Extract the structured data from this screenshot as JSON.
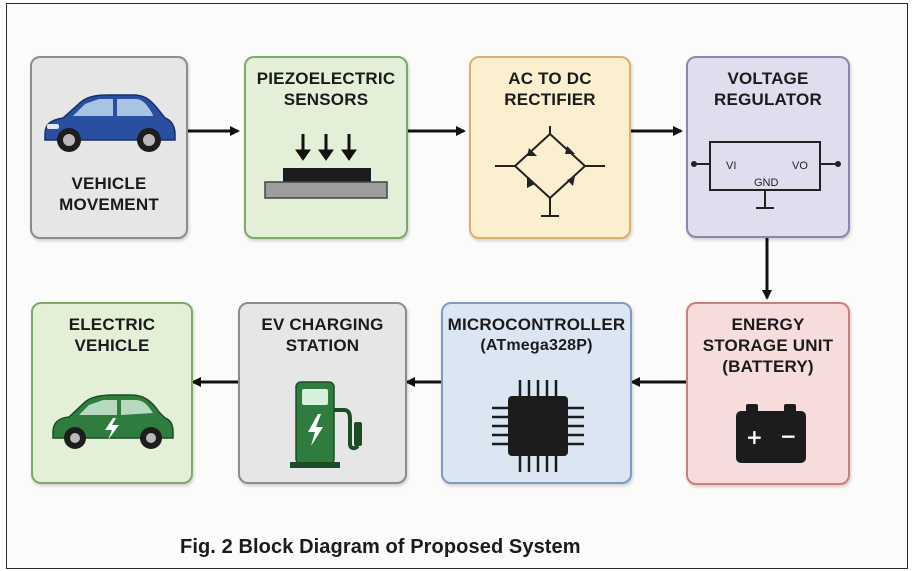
{
  "colors": {
    "gray_fill": "#e6e6e6",
    "gray_border": "#8c8c8c",
    "green_fill": "#e3efd7",
    "green_border": "#7fa86a",
    "yellow_fill": "#fcefcf",
    "yellow_border": "#d9b16a",
    "purple_fill": "#e2dcef",
    "purple_border": "#8f83b5",
    "blue_fill": "#dce6f3",
    "blue_border": "#7d9cc4",
    "red_fill": "#f7dcdc",
    "red_border": "#cf7d7d",
    "arrow": "#111111"
  },
  "blocks": {
    "vehicle_movement": {
      "line1": "VEHICLE",
      "line2": "MOVEMENT",
      "icon": "blue-car-icon"
    },
    "piezo_sensors": {
      "line1": "PIEZOELECTRIC",
      "line2": "SENSORS",
      "icon": "pressure-sensor-icon"
    },
    "rectifier": {
      "line1": "AC TO DC",
      "line2": "RECTIFIER",
      "icon": "bridge-rectifier-icon"
    },
    "voltage_regulator": {
      "line1": "VOLTAGE",
      "line2": "REGULATOR",
      "icon": "regulator-chip-icon",
      "vi": "VI",
      "vo": "VO",
      "gnd": "GND"
    },
    "electric_vehicle": {
      "line1": "ELECTRIC",
      "line2": "VEHICLE",
      "icon": "green-ev-car-icon"
    },
    "ev_station": {
      "line1": "EV CHARGING",
      "line2": "STATION",
      "icon": "charging-station-icon"
    },
    "microcontroller": {
      "line1": "MICROCONTROLLER",
      "line2": "(ATmega328P)",
      "icon": "microchip-icon"
    },
    "energy_storage": {
      "line1": "ENERGY",
      "line2": "STORAGE UNIT",
      "line3": "(BATTERY)",
      "icon": "battery-icon",
      "plus": "+",
      "minus": "−"
    }
  },
  "caption": "Fig. 2  Block Diagram of Proposed System"
}
